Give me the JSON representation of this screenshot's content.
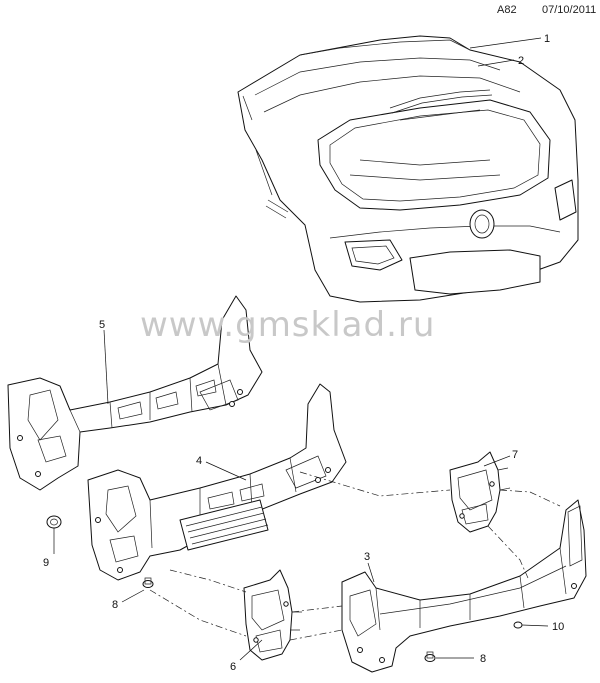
{
  "header": {
    "page_code": "A82",
    "date": "07/10/2011"
  },
  "watermark": "www.gmsklad.ru",
  "callouts": [
    {
      "id": "c1",
      "label": "1"
    },
    {
      "id": "c2",
      "label": "2"
    },
    {
      "id": "c3",
      "label": "3"
    },
    {
      "id": "c4",
      "label": "4"
    },
    {
      "id": "c5",
      "label": "5"
    },
    {
      "id": "c6",
      "label": "6"
    },
    {
      "id": "c7",
      "label": "7"
    },
    {
      "id": "c8a",
      "label": "8"
    },
    {
      "id": "c8b",
      "label": "8"
    },
    {
      "id": "c9",
      "label": "9"
    },
    {
      "id": "c10",
      "label": "10"
    }
  ]
}
